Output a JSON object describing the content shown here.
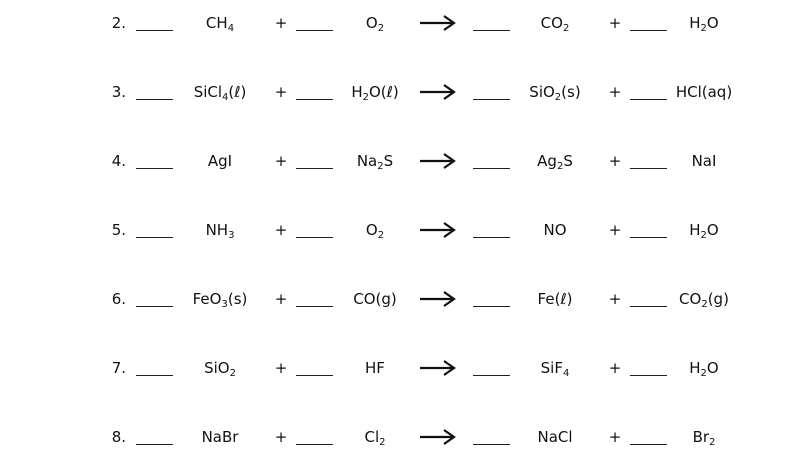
{
  "worksheet": {
    "plus_sign": "+",
    "equations": [
      {
        "number": "2.",
        "r1": {
          "t": "CH",
          "s": "4",
          "p": ""
        },
        "r2": {
          "t": "O",
          "s": "2",
          "p": ""
        },
        "p1": {
          "t": "CO",
          "s": "2",
          "p": ""
        },
        "p2": {
          "t": "H",
          "s": "2",
          "p": "O"
        }
      },
      {
        "number": "3.",
        "r1": {
          "t": "SiCl",
          "s": "4",
          "p": "(ℓ)"
        },
        "r2": {
          "t": "H",
          "s": "2",
          "p": "O(ℓ)"
        },
        "p1": {
          "t": "SiO",
          "s": "2",
          "p": "(s)"
        },
        "p2": {
          "t": "HCl(aq)",
          "s": "",
          "p": ""
        }
      },
      {
        "number": "4.",
        "r1": {
          "t": "AgI",
          "s": "",
          "p": ""
        },
        "r2": {
          "t": "Na",
          "s": "2",
          "p": "S"
        },
        "p1": {
          "t": "Ag",
          "s": "2",
          "p": "S"
        },
        "p2": {
          "t": "NaI",
          "s": "",
          "p": ""
        }
      },
      {
        "number": "5.",
        "r1": {
          "t": "NH",
          "s": "3",
          "p": ""
        },
        "r2": {
          "t": "O",
          "s": "2",
          "p": ""
        },
        "p1": {
          "t": "NO",
          "s": "",
          "p": ""
        },
        "p2": {
          "t": "H",
          "s": "2",
          "p": "O"
        }
      },
      {
        "number": "6.",
        "r1": {
          "t": "FeO",
          "s": "3",
          "p": "(s)"
        },
        "r2": {
          "t": "CO(g)",
          "s": "",
          "p": ""
        },
        "p1": {
          "t": "Fe(ℓ)",
          "s": "",
          "p": ""
        },
        "p2": {
          "t": "CO",
          "s": "2",
          "p": "(g)"
        }
      },
      {
        "number": "7.",
        "r1": {
          "t": "SiO",
          "s": "2",
          "p": ""
        },
        "r2": {
          "t": "HF",
          "s": "",
          "p": ""
        },
        "p1": {
          "t": "SiF",
          "s": "4",
          "p": ""
        },
        "p2": {
          "t": "H",
          "s": "2",
          "p": "O"
        }
      },
      {
        "number": "8.",
        "r1": {
          "t": "NaBr",
          "s": "",
          "p": ""
        },
        "r2": {
          "t": "Cl",
          "s": "2",
          "p": ""
        },
        "p1": {
          "t": "NaCl",
          "s": "",
          "p": ""
        },
        "p2": {
          "t": "Br",
          "s": "2",
          "p": ""
        }
      }
    ]
  }
}
